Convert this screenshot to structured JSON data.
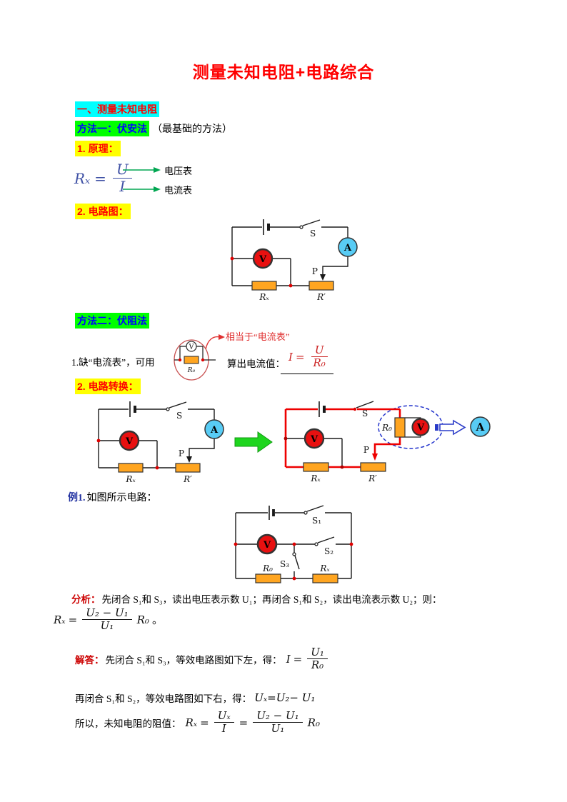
{
  "title": "测量未知电阻+电路综合",
  "colors": {
    "title_red": "#FF0000",
    "highlight_cyan": "#00FFFF",
    "highlight_green": "#00FF00",
    "highlight_yellow": "#FFFF00",
    "method_label_blue": "#0000FF",
    "formula_blue": "#3F51A5",
    "wire_red": "#EE0000",
    "resistor_orange": "#FFA520",
    "ammeter_cyan": "#58CCF5",
    "voltmeter_red": "#E81010",
    "arrow_green": "#00A651",
    "big_arrow_green": "#1ED51E",
    "dashed_ellipse_blue": "#2233CC"
  },
  "section1_heading": "一、测量未知电阻",
  "method1": {
    "label": "方法一：伏安法",
    "note": "（最基础的方法）",
    "principle_heading": "1. 原理：",
    "formula": {
      "lhs": "Rₓ",
      "eq": "=",
      "num": "U",
      "den": "I"
    },
    "voltmeter_label": "电压表",
    "ammeter_label": "电流表",
    "circuit_heading": "2. 电路图："
  },
  "method2": {
    "label": "方法二：伏阻法",
    "annotation": "相当于“电流表”",
    "line_pre": "1.缺“电流表”，可用",
    "line_post": "算出电流值：",
    "formula": {
      "lhs": "I",
      "eq": "=",
      "num": "U",
      "den": "R₀"
    },
    "convert_heading": "2. 电路转换："
  },
  "example": {
    "label": "例1.",
    "intro": "如图所示电路：",
    "analysis_label": "分析：",
    "analysis_text": "先闭合 S₁和 S₃，读出电压表示数 U₁；再闭合 S₁和 S₂，读出电流表示数 U₂；则：",
    "analysis_formula": {
      "lhs": "Rₓ",
      "eq": "=",
      "num": "U₂ − U₁",
      "den": "U₁",
      "tail": "R₀",
      "period": "。"
    },
    "answer_label": "解答：",
    "answer_line1": "先闭合 S₁和 S₃，等效电路图如下左，得：",
    "answer_formula1": {
      "lhs": "I",
      "eq": "=",
      "num": "U₁",
      "den": "R₀"
    },
    "answer_line2": "再闭合 S₁和 S₂，等效电路图如下右，得：",
    "answer_formula2": "Uₓ=U₂− U₁",
    "answer_line3": "所以，未知电阻的阻值：",
    "answer_formula3": {
      "lhs": "Rₓ",
      "eq1": "=",
      "num1": "Uₓ",
      "den1": "I",
      "eq2": "=",
      "num2": "U₂ − U₁",
      "den2": "U₁",
      "tail": "R₀"
    }
  },
  "circuit_labels": {
    "V": "V",
    "A": "A",
    "S": "S",
    "S1": "S₁",
    "S2": "S₂",
    "S3": "S₃",
    "P": "P",
    "Rx": "Rₓ",
    "R0": "R₀",
    "R_prime": "R′"
  }
}
